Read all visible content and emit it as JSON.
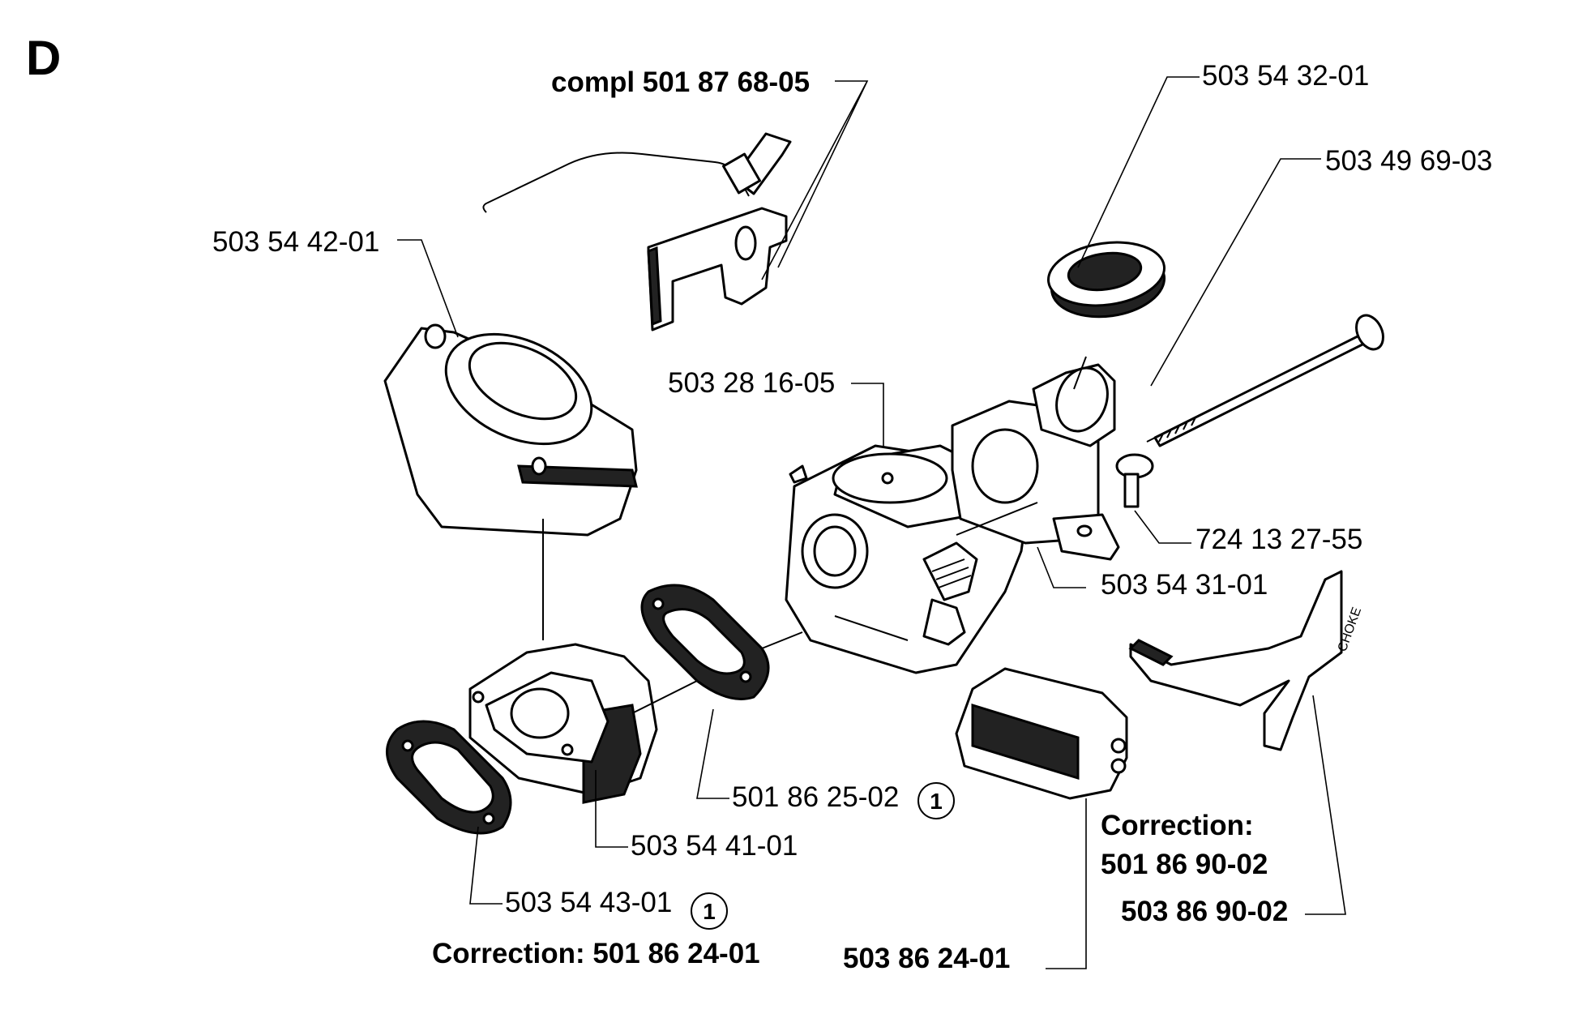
{
  "section": "D",
  "labels": {
    "compl": "compl 501 87 68-05",
    "p_503543201": "503 54 32-01",
    "p_503496903": "503 49 69-03",
    "p_503544201": "503 54 42-01",
    "p_503281605": "503 28 16-05",
    "p_724132755": "724 13 27-55",
    "p_503543101": "503 54 31-01",
    "p_501862502": "501 86 25-02",
    "p_503544101": "503 54 41-01",
    "p_503544301": "503 54 43-01",
    "correction_left": "Correction: 501 86 24-01",
    "p_503862401": "503 86 24-01",
    "correction_right_1": "Correction:",
    "correction_right_2": "501 86 90-02",
    "p_503869002": "503 86 90-02",
    "note_marker": "1",
    "choke_text": "CHOKE"
  }
}
